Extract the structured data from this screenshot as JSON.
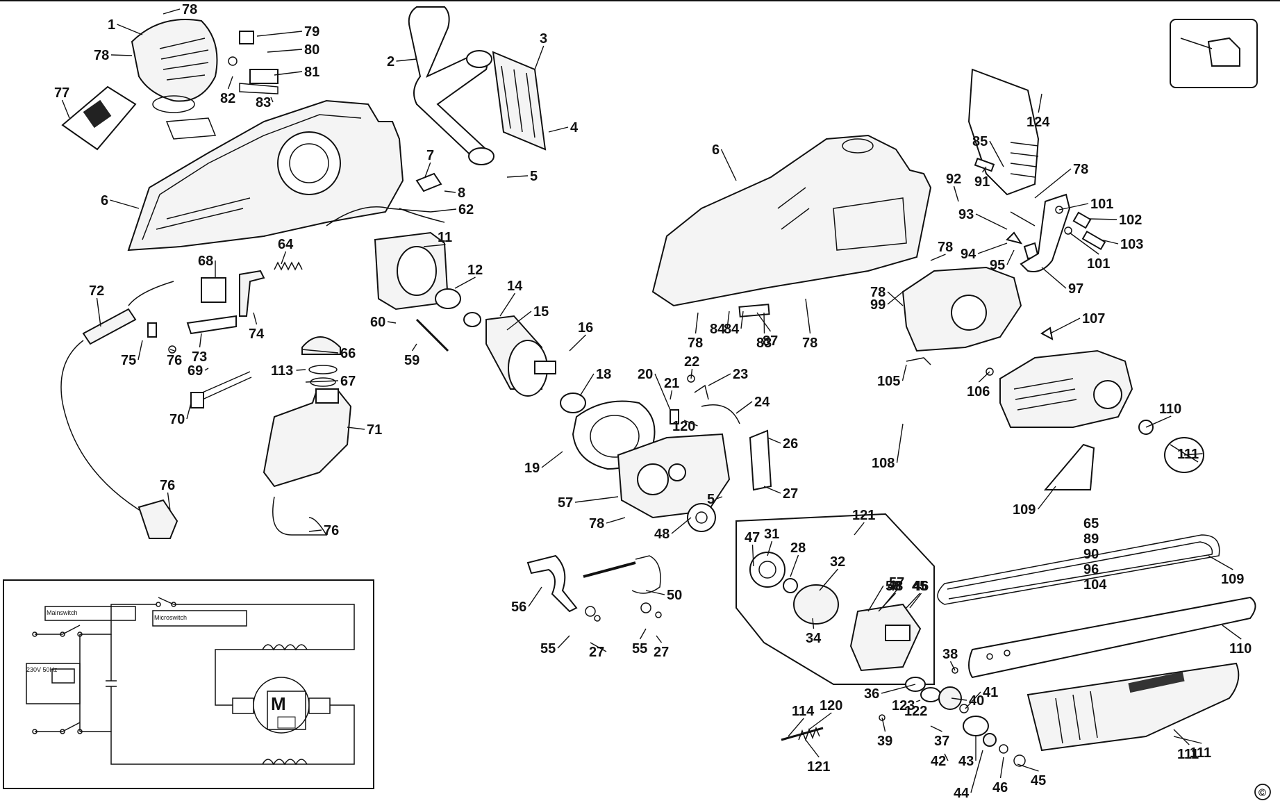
{
  "labels": [
    "1",
    "2",
    "3",
    "4",
    "5",
    "6",
    "7",
    "8",
    "11",
    "12",
    "14",
    "15",
    "16",
    "18",
    "19",
    "20",
    "21",
    "22",
    "23",
    "24",
    "26",
    "27",
    "28",
    "31",
    "32",
    "34",
    "36",
    "37",
    "38",
    "39",
    "40",
    "41",
    "42",
    "43",
    "44",
    "45",
    "46",
    "47",
    "48",
    "50",
    "55",
    "56",
    "57",
    "58",
    "59",
    "60",
    "62",
    "64",
    "65",
    "66",
    "67",
    "68",
    "69",
    "70",
    "71",
    "72",
    "73",
    "74",
    "75",
    "76",
    "77",
    "78",
    "79",
    "80",
    "81",
    "82",
    "83",
    "84",
    "85",
    "87",
    "89",
    "90",
    "91",
    "92",
    "93",
    "94",
    "95",
    "96",
    "97",
    "99",
    "101",
    "102",
    "103",
    "104",
    "105",
    "106",
    "107",
    "108",
    "109",
    "110",
    "111",
    "113",
    "114",
    "120",
    "121",
    "122",
    "123",
    "124"
  ],
  "wiring": {
    "main_switch": "Mainswitch",
    "micro_switch": "Microswitch",
    "supply": "230V  50Hz",
    "motor": "M"
  },
  "copyright_mark": "©"
}
